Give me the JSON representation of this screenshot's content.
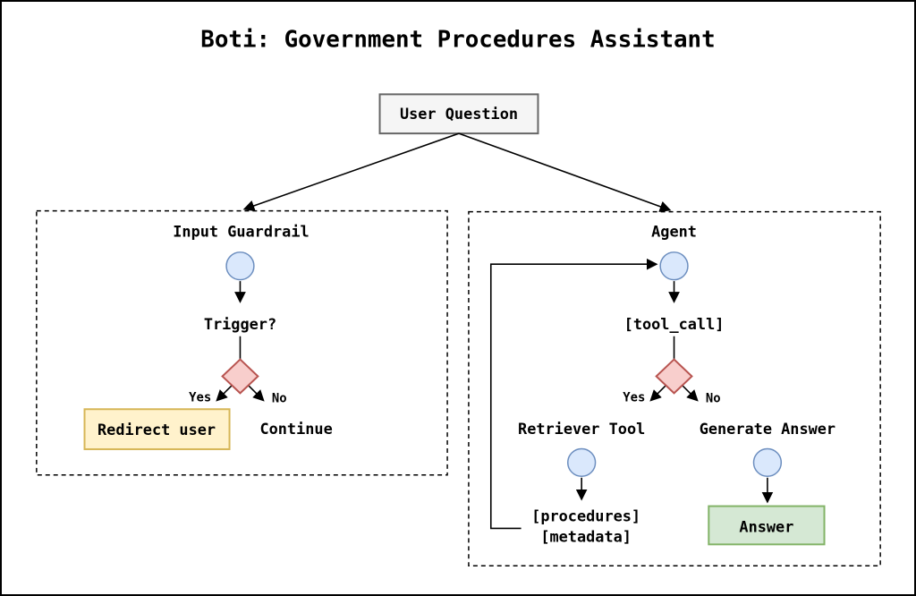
{
  "title": "Boti: Government Procedures Assistant",
  "user_question": {
    "label": "User Question"
  },
  "guardrail": {
    "title": "Input Guardrail",
    "trigger": "Trigger?",
    "yes": "Yes",
    "no": "No",
    "redirect": "Redirect user",
    "continue": "Continue"
  },
  "agent": {
    "title": "Agent",
    "tool_call": "[tool_call]",
    "yes": "Yes",
    "no": "No",
    "retriever": "Retriever Tool",
    "generate": "Generate Answer",
    "procedures": "[procedures]",
    "metadata": "[metadata]",
    "answer": "Answer"
  },
  "colors": {
    "state_fill": "#dae8fc",
    "state_stroke": "#6c8ebf",
    "decision_fill": "#f8cecc",
    "decision_stroke": "#b85450",
    "highlight_fill": "#fff2cc",
    "highlight_stroke": "#d6b656",
    "success_fill": "#d5e8d4",
    "success_stroke": "#82b366",
    "box_fill": "#f5f5f5",
    "box_stroke": "#666666"
  }
}
